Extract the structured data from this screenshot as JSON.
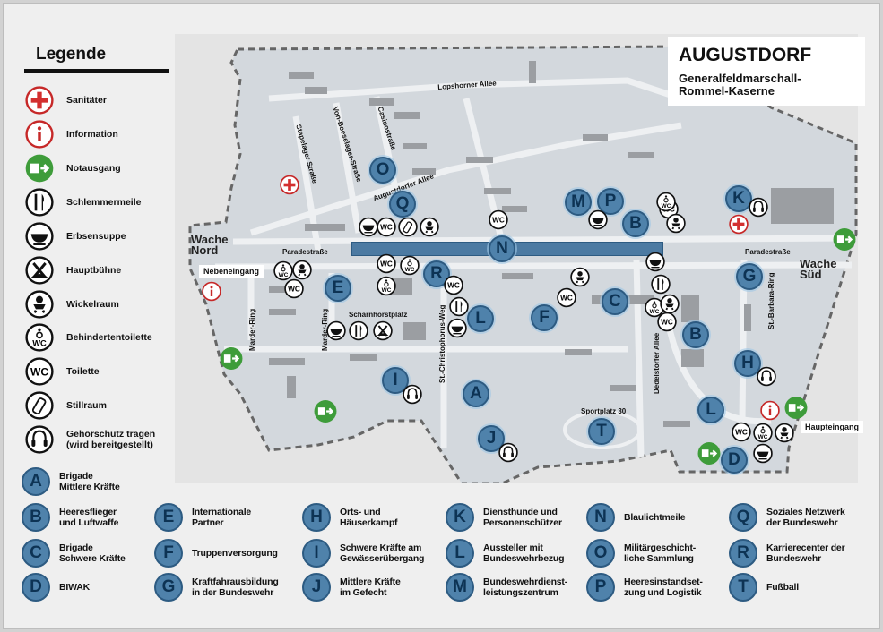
{
  "title": {
    "main": "AUGUSTDORF",
    "sub_line1": "Generalfeldmarschall-",
    "sub_line2": "Rommel-Kaserne"
  },
  "legend": {
    "heading": "Legende",
    "items": [
      {
        "icon": "sanitaeter",
        "label": "Sanitäter"
      },
      {
        "icon": "info",
        "label": "Information"
      },
      {
        "icon": "exit",
        "label": "Notausgang"
      },
      {
        "icon": "fork",
        "label": "Schlemmermeile"
      },
      {
        "icon": "soup",
        "label": "Erbsensuppe"
      },
      {
        "icon": "stage",
        "label": "Hauptbühne"
      },
      {
        "icon": "baby",
        "label": "Wickelraum"
      },
      {
        "icon": "dwc",
        "label": "Behindertentoilette"
      },
      {
        "icon": "wc",
        "label": "Toilette"
      },
      {
        "icon": "bottle",
        "label": "Stillraum"
      },
      {
        "icon": "ear",
        "label": "Gehörschutz tragen",
        "label2": "(wird bereitgestellt)"
      }
    ]
  },
  "wc_label": "WC",
  "stations": [
    {
      "letter": "A",
      "l1": "Brigade",
      "l2": "Mittlere Kräfte"
    },
    {
      "letter": "B",
      "l1": "Heeresflieger",
      "l2": "und Luftwaffe"
    },
    {
      "letter": "C",
      "l1": "Brigade",
      "l2": "Schwere Kräfte"
    },
    {
      "letter": "D",
      "l1": "BIWAK",
      "l2": ""
    },
    {
      "letter": "E",
      "l1": "Internationale",
      "l2": "Partner"
    },
    {
      "letter": "F",
      "l1": "Truppenversorgung",
      "l2": ""
    },
    {
      "letter": "G",
      "l1": "Kraftfahrausbildung",
      "l2": "in der Bundeswehr"
    },
    {
      "letter": "H",
      "l1": "Orts- und",
      "l2": "Häuserkampf"
    },
    {
      "letter": "I",
      "l1": "Schwere Kräfte am",
      "l2": "Gewässerübergang"
    },
    {
      "letter": "J",
      "l1": "Mittlere Kräfte",
      "l2": "im Gefecht"
    },
    {
      "letter": "K",
      "l1": "Diensthunde und",
      "l2": "Personenschützer"
    },
    {
      "letter": "L",
      "l1": "Aussteller mit",
      "l2": "Bundeswehrbezug"
    },
    {
      "letter": "M",
      "l1": "Bundeswehrdienst-",
      "l2": "leistungszentrum"
    },
    {
      "letter": "N",
      "l1": "Blaulichtmeile",
      "l2": ""
    },
    {
      "letter": "O",
      "l1": "Militärgeschicht-",
      "l2": "liche Sammlung"
    },
    {
      "letter": "P",
      "l1": "Heeresinstandset-",
      "l2": "zung und Logistik"
    },
    {
      "letter": "Q",
      "l1": "Soziales Netzwerk",
      "l2": "der Bundeswehr"
    },
    {
      "letter": "R",
      "l1": "Karrierecenter der",
      "l2": "Bundeswehr"
    },
    {
      "letter": "T",
      "l1": "Fußball",
      "l2": ""
    }
  ],
  "map": {
    "streets": {
      "lopshorner": "Lopshorner Allee",
      "stapelager": "Stapelager Straße",
      "boeselager": "Von-Boeselager-Straße",
      "casino": "Casinostraße",
      "augustdorfer": "Augustdorfer Allee",
      "parade_w": "Paradestraße",
      "parade_e": "Paradestraße",
      "scharnhorst": "Scharnhorstplatz",
      "marder1": "Marder-Ring",
      "marder2": "Marder-Ring",
      "christophorus": "St.-Christophorus-Weg",
      "dedelstorfer": "Dedelstorfer Allee",
      "barbara": "St.-Barbara-Ring",
      "sportplatz": "Sportplatz 30"
    },
    "wache_nord": [
      "Wache",
      "Nord"
    ],
    "wache_sued": [
      "Wache",
      "Süd"
    ],
    "nebeneingang": "Nebeneingang",
    "haupteingang": "Haupteingang",
    "markers": [
      "O",
      "Q",
      "M",
      "P",
      "B",
      "K",
      "N",
      "R",
      "E",
      "L",
      "F",
      "C",
      "G",
      "B",
      "H",
      "I",
      "A",
      "L",
      "J",
      "T",
      "D"
    ]
  }
}
